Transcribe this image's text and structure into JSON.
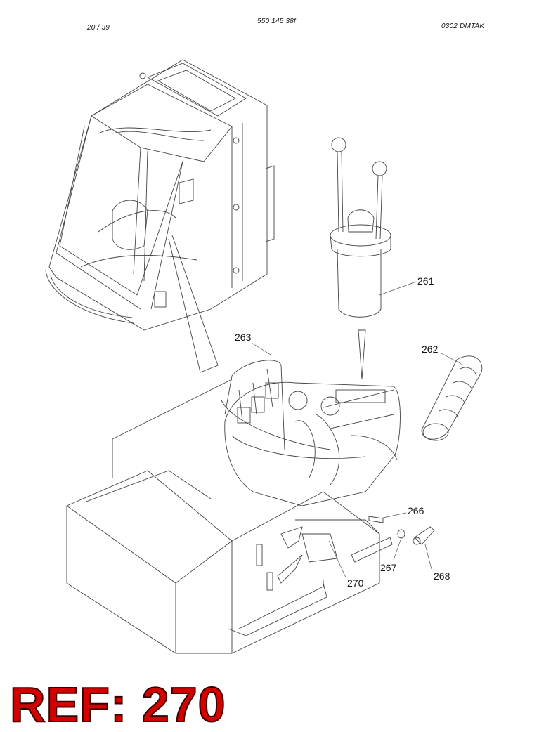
{
  "header": {
    "page": "20 / 39",
    "doc_number": "550 145 38f",
    "code": "0302   DMTAK"
  },
  "callouts": {
    "c261": "261",
    "c262": "262",
    "c263": "263",
    "c266": "266",
    "c267": "267",
    "c268": "268",
    "c270": "270"
  },
  "reference": "REF: 270",
  "colors": {
    "reference": "#d40000",
    "line": "#444444"
  }
}
